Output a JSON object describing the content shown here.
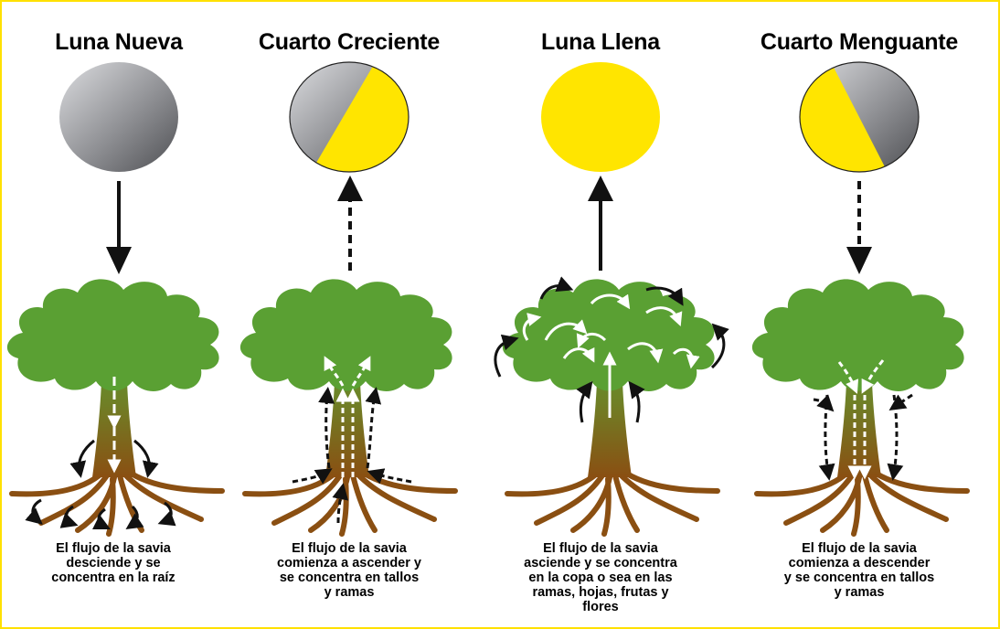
{
  "colors": {
    "yellow": "#ffe500",
    "moon_gray_light": "#c9cacc",
    "moon_gray_dark": "#5f6064",
    "canopy": "#5aa033",
    "trunk_top": "#5c9c30",
    "trunk_bottom": "#8a4f12",
    "arrow": "#111111"
  },
  "phases": [
    {
      "title": "Luna Nueva",
      "caption": "El flujo de la savia\ndesciende y se\nconcentra en la raíz",
      "moon_icon": "new-moon-icon",
      "arrow_icon": "solid-down-arrow-icon",
      "tree_icon": "tree-root-flow-icon"
    },
    {
      "title": "Cuarto Creciente",
      "caption": "El flujo de la savia\ncomienza a ascender y\nse concentra en tallos\ny ramas",
      "moon_icon": "first-quarter-moon-icon",
      "arrow_icon": "dashed-up-arrow-icon",
      "tree_icon": "tree-ascending-flow-icon"
    },
    {
      "title": "Luna Llena",
      "caption": "El flujo de la savia\nasciende y se concentra\nen la copa o sea en las\nramas, hojas, frutas y\nflores",
      "moon_icon": "full-moon-icon",
      "arrow_icon": "solid-up-arrow-icon",
      "tree_icon": "tree-canopy-flow-icon"
    },
    {
      "title": "Cuarto Menguante",
      "caption": "El flujo de la savia\ncomienza a descender\ny se concentra en tallos\ny ramas",
      "moon_icon": "last-quarter-moon-icon",
      "arrow_icon": "dashed-down-arrow-icon",
      "tree_icon": "tree-descending-flow-icon"
    }
  ]
}
